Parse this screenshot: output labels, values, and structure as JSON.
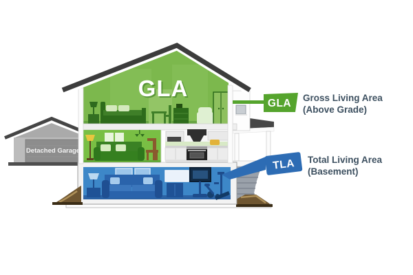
{
  "diagram": {
    "watermark": "GLA",
    "garage": {
      "label": "Detached Garage"
    },
    "callouts": {
      "gla": {
        "badge": "GLA",
        "line1": "Gross Living Area",
        "line2": "(Above Grade)"
      },
      "tla": {
        "badge": "TLA",
        "line1": "Total Living Area",
        "line2": "(Basement)"
      }
    },
    "colors": {
      "attic_green": "#7cb84d",
      "room_green": "#79bf44",
      "badge_green": "#55a42d",
      "basement_blue": "#3d87c8",
      "badge_blue": "#2d6cb4",
      "label_text": "#3d5060",
      "roof_dark": "#3c3c3c",
      "garage_wall_gray": "#bcbcbc",
      "garage_door_gray": "#8d8d8d"
    }
  }
}
